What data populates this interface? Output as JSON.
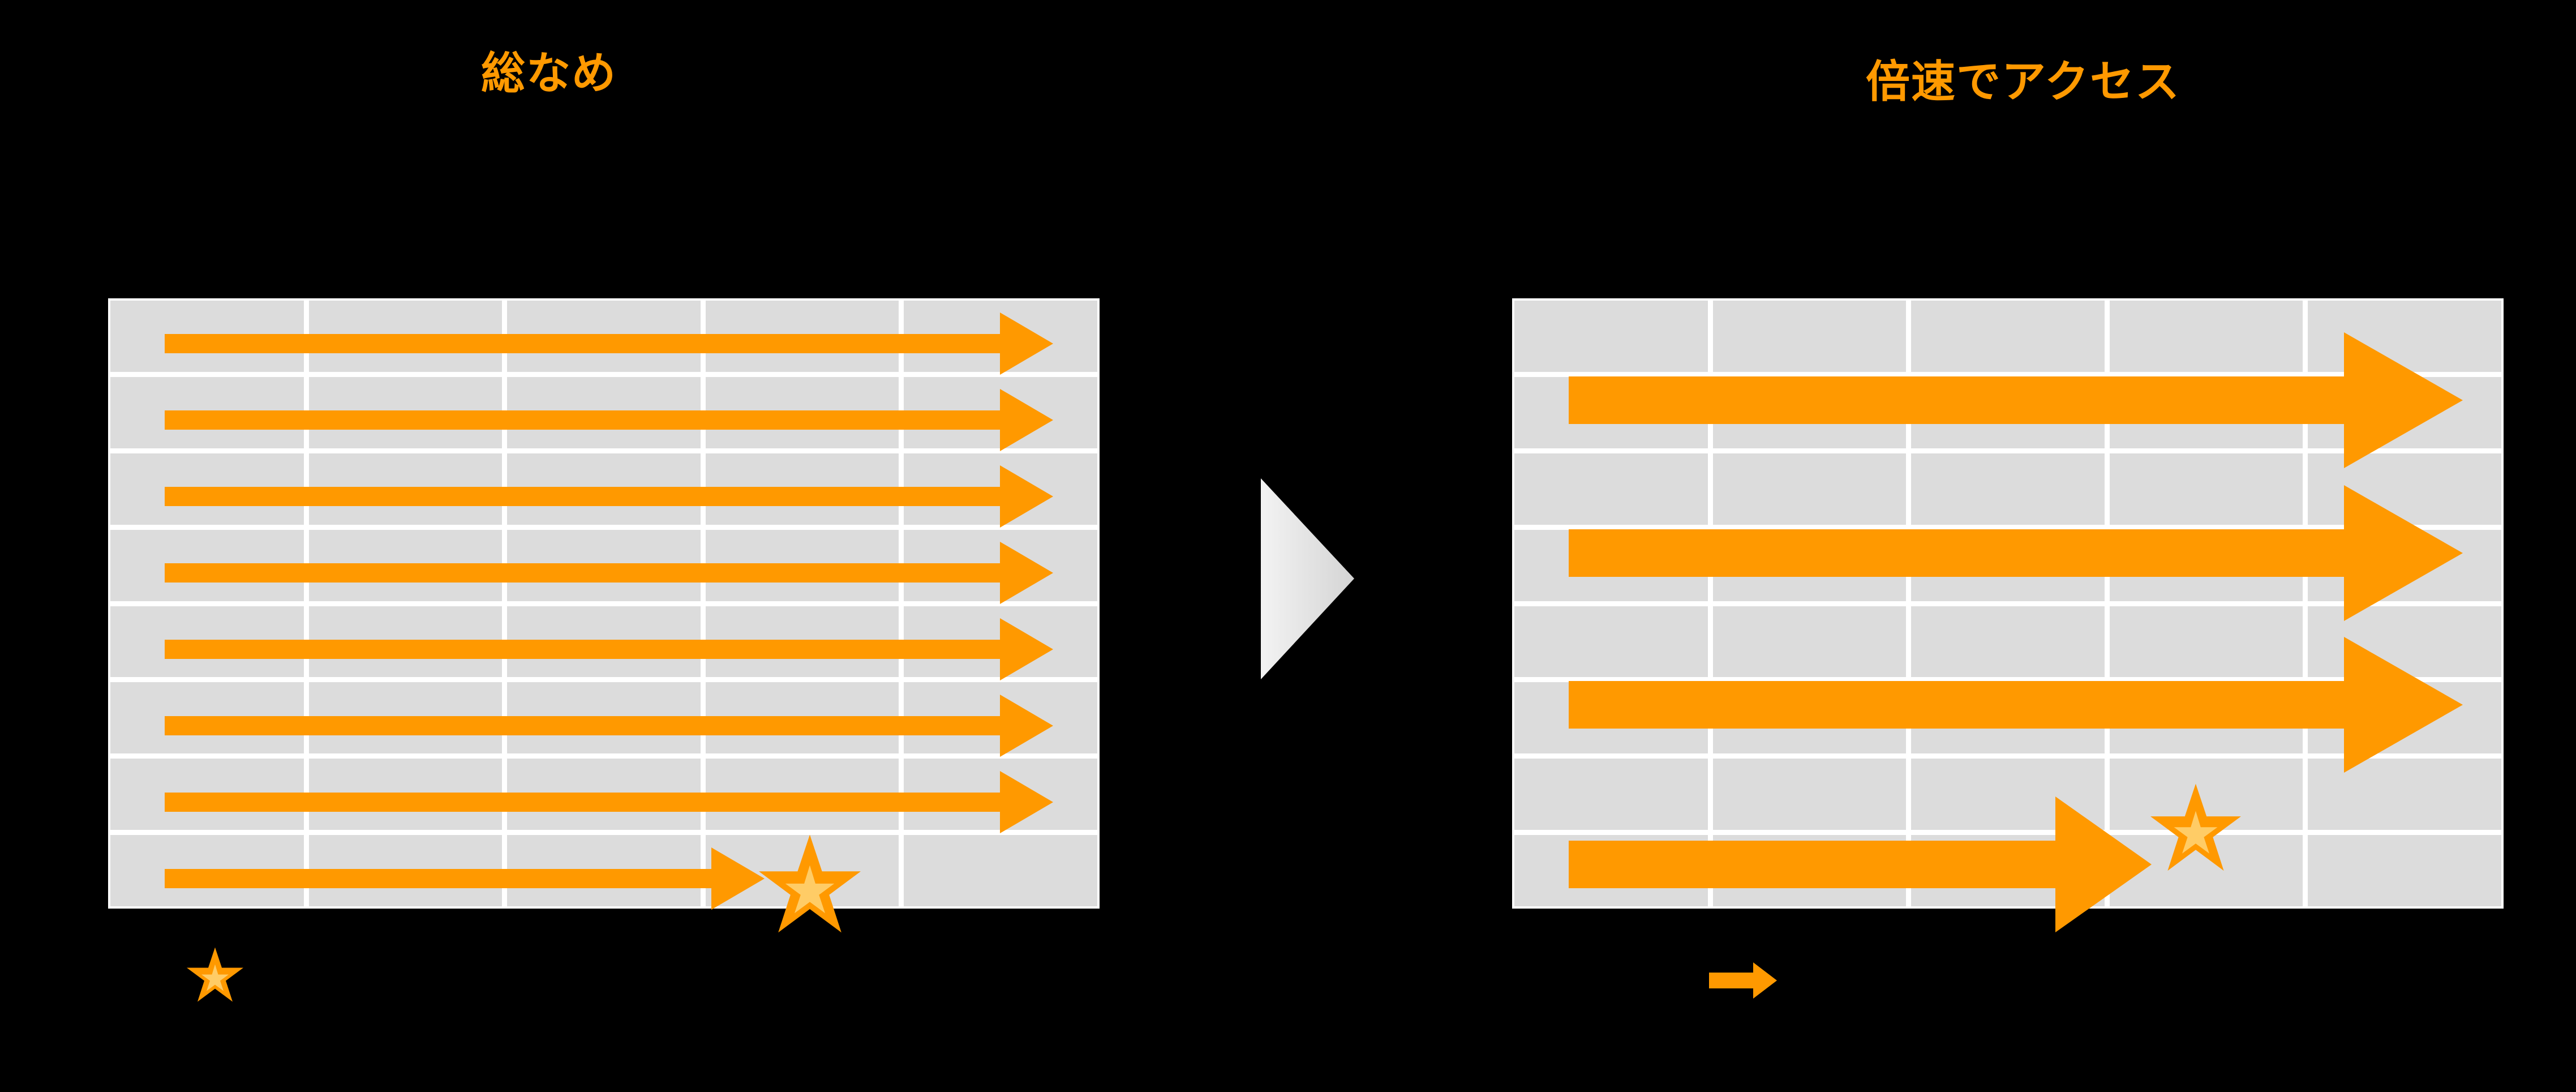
{
  "background_color": "#000000",
  "accent_color": "#FF9900",
  "cell_color": "#DCDCDC",
  "gridline_color": "#FFFFFF",
  "star_inner_color": "#FFCC66",
  "titles": {
    "left": "総なめ",
    "right": "倍速でアクセス"
  },
  "left_panel": {
    "rows": 8,
    "columns": 5,
    "arrow_style": "thin",
    "arrow_count": 8,
    "full_width_arrows": 7,
    "partial_arrow_row": 7,
    "partial_arrow_end_column": 4,
    "star_row": 7,
    "star_column": 4
  },
  "right_panel": {
    "rows": 8,
    "columns": 5,
    "arrow_style": "thick",
    "arrow_count": 4,
    "full_width_arrows": 3,
    "partial_arrow_row": 7,
    "partial_arrow_end_column": 4,
    "star_row": 7,
    "star_column": 4
  },
  "center_marker": {
    "icon": "chevron-right-icon",
    "fill_start": "#F2F2F2",
    "fill_end": "#D6D6D6"
  },
  "legend": {
    "star": {
      "icon": "star-icon",
      "label": ""
    },
    "arrow": {
      "icon": "arrow-right-icon",
      "label": ""
    }
  }
}
